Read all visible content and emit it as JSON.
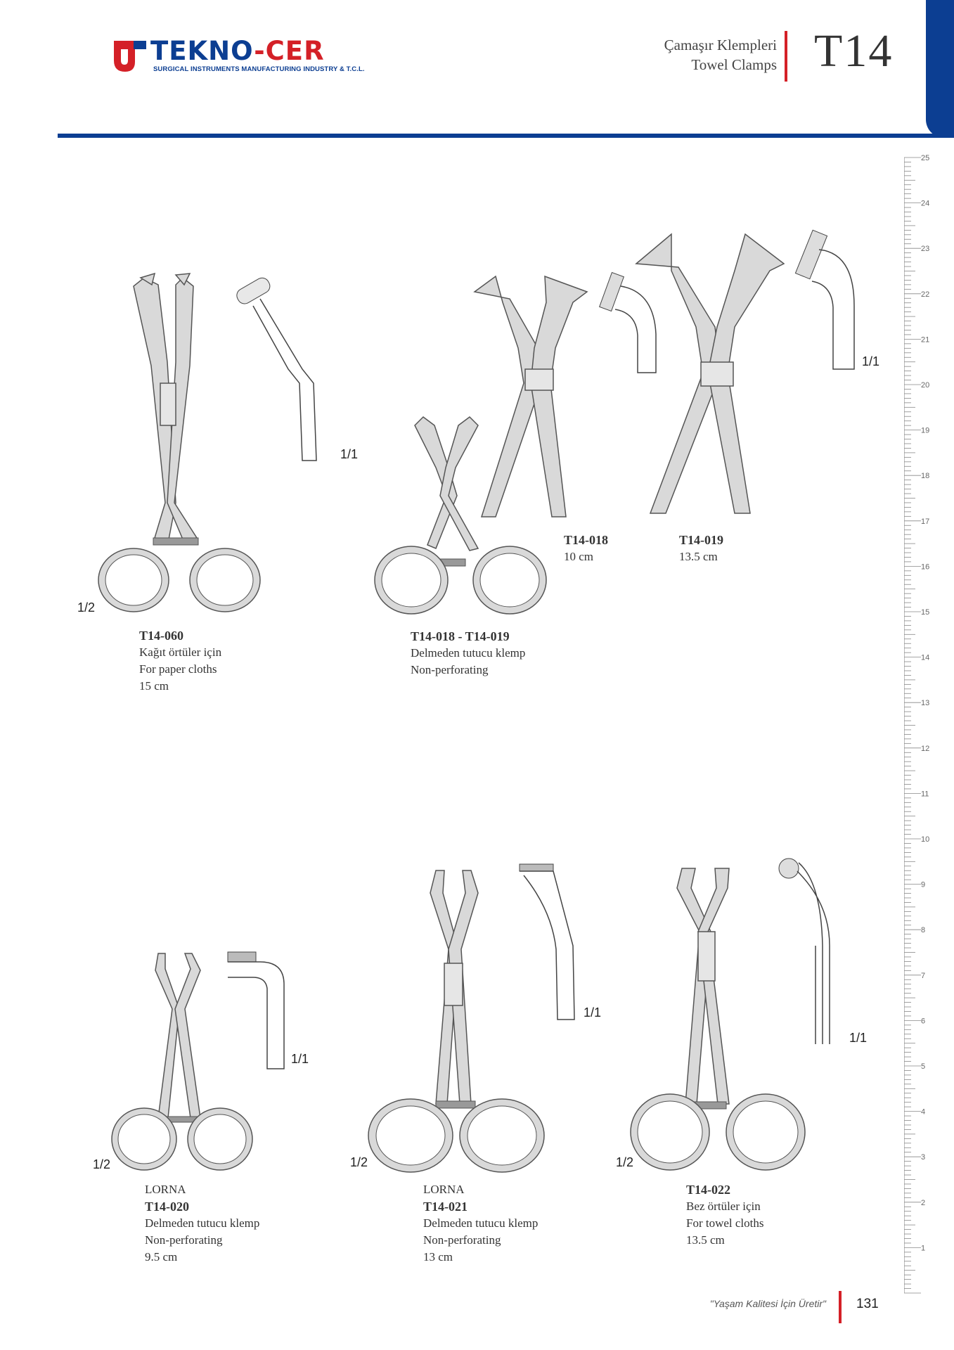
{
  "header": {
    "brand": {
      "name_part1": "TEKNO",
      "name_part2": "-CER",
      "tagline": "SURGICAL INSTRUMENTS MANUFACTURING INDUSTRY & T.C.L."
    },
    "title_tr": "Çamaşır Klempleri",
    "title_en": "Towel Clamps",
    "section_code": "T14"
  },
  "ruler": {
    "unit": "cm",
    "labels": [
      "25",
      "24",
      "23",
      "22",
      "21",
      "20",
      "19",
      "18",
      "17",
      "16",
      "15",
      "14",
      "13",
      "12",
      "11",
      "10",
      "9",
      "8",
      "7",
      "6",
      "5",
      "4",
      "3",
      "2",
      "1"
    ]
  },
  "products": [
    {
      "code": "T14-060",
      "lines": [
        "Kağıt örtüler için",
        "For  paper cloths",
        "15  cm"
      ],
      "scale_main": "1/2",
      "scale_detail": "1/1"
    },
    {
      "code": "T14-018 - T14-019",
      "lines": [
        "Delmeden tutucu klemp",
        "Non-perforating"
      ]
    },
    {
      "code": "T14-018",
      "lines": [
        "10 cm"
      ]
    },
    {
      "code": "T14-019",
      "lines": [
        "13.5 cm"
      ],
      "scale_detail": "1/1"
    },
    {
      "brand": "LORNA",
      "code": "T14-020",
      "lines": [
        "Delmeden tutucu klemp",
        "Non-perforating",
        "9.5 cm"
      ],
      "scale_main": "1/2",
      "scale_detail": "1/1"
    },
    {
      "brand": "LORNA",
      "code": "T14-021",
      "lines": [
        "Delmeden tutucu klemp",
        "Non-perforating",
        "13  cm"
      ],
      "scale_main": "1/2",
      "scale_detail": "1/1"
    },
    {
      "code": "T14-022",
      "lines": [
        "Bez örtüler için",
        "For  towel cloths",
        "13.5 cm"
      ],
      "scale_main": "1/2",
      "scale_detail": "1/1"
    }
  ],
  "footer": {
    "slogan": "\"Yaşam Kalitesi İçin Üretir\"",
    "page_number": "131"
  }
}
